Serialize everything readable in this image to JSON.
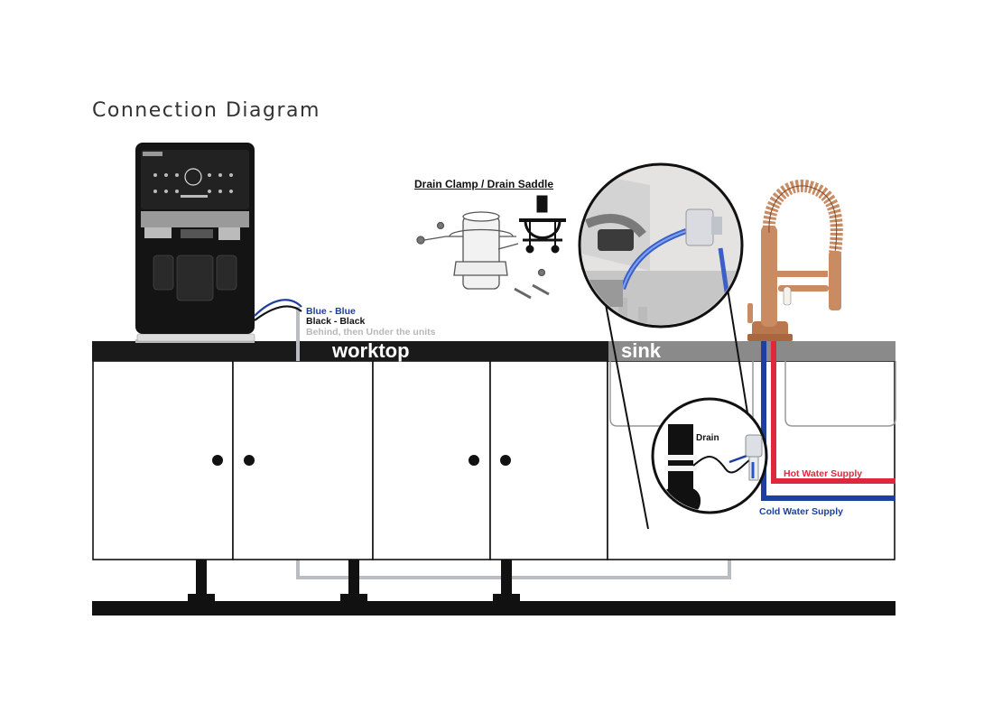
{
  "title": "Connection Diagram",
  "worktop_label": "worktop",
  "sink_label": "sink",
  "clamp_title": "Drain Clamp / Drain Saddle",
  "wire_labels": {
    "blue": "Blue - Blue",
    "black": "Black - Black",
    "behind": "Behind, then Under the units"
  },
  "drain_label": "Drain",
  "hot_label": "Hot Water Supply",
  "cold_label": "Cold Water Supply",
  "colors": {
    "band": "#1a1a1a",
    "sink_band": "#8a8a8a",
    "blue_wire": "#1f3e9a",
    "hot": "#e0283c",
    "cold": "#1d3fa0",
    "grey_pipe": "#b9bcc2",
    "copper": "#c98b62"
  }
}
